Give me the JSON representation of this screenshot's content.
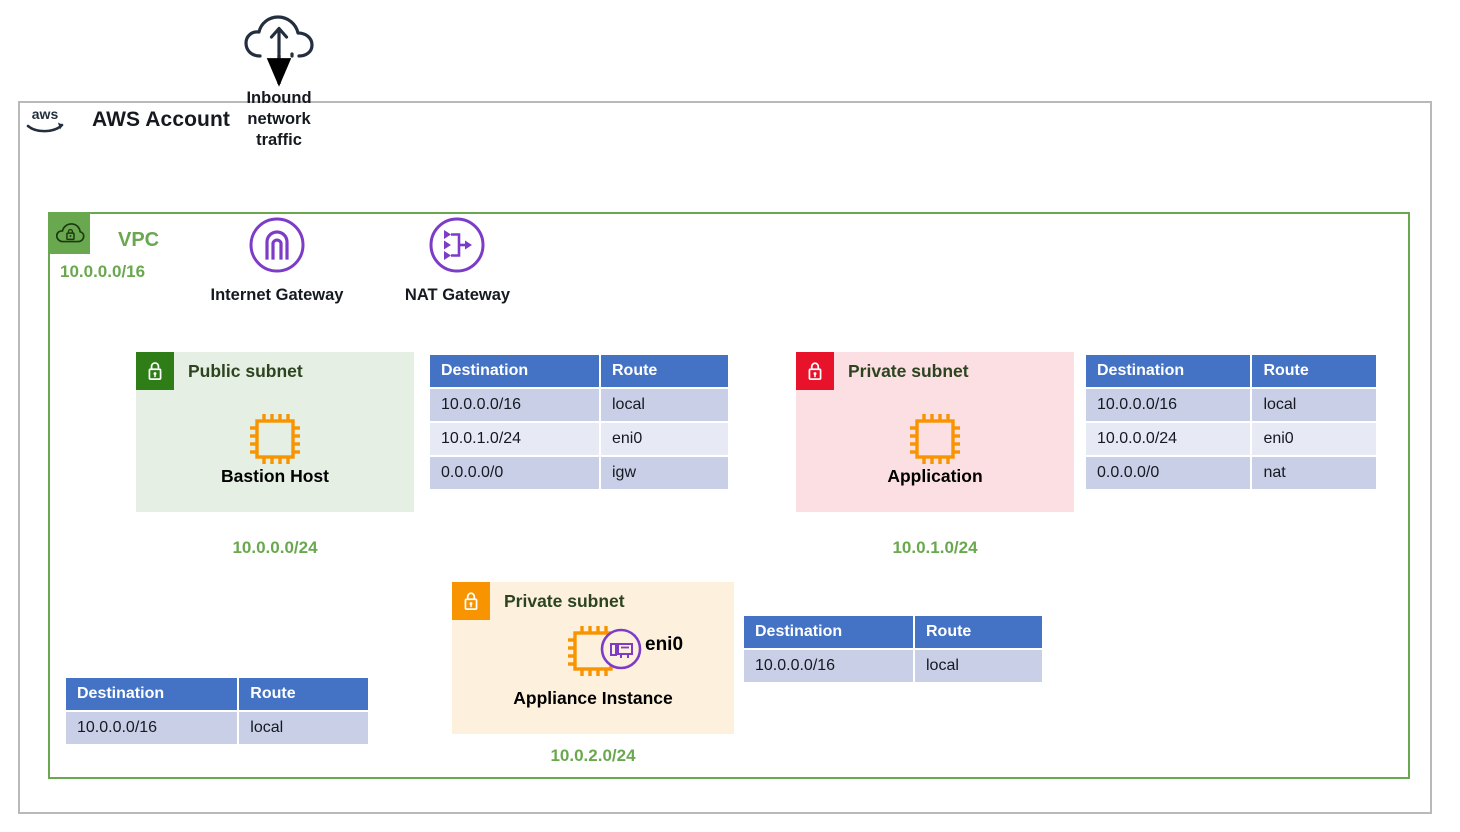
{
  "account": {
    "title": "AWS Account",
    "logo_icon": "aws-logo-icon"
  },
  "vpc": {
    "label": "VPC",
    "cidr": "10.0.0.0/16",
    "badge_icon": "vpc-cloud-lock-icon",
    "border_color": "#6aa84f"
  },
  "internet": {
    "cloud_icon": "cloud-inbound-outbound-icon",
    "label": "Inbound\nnetwork\ntraffic",
    "label_line1": "Inbound",
    "label_line2": "network",
    "label_line3": "traffic"
  },
  "gateways": [
    {
      "name": "internet-gateway",
      "label": "Internet Gateway",
      "icon": "internet-gateway-icon",
      "color": "#7d3cc8"
    },
    {
      "name": "nat-gateway",
      "label": "NAT Gateway",
      "icon": "nat-gateway-icon",
      "color": "#7d3cc8"
    }
  ],
  "subnets": {
    "public": {
      "title": "Public subnet",
      "cidr": "10.0.0.0/24",
      "badge_icon": "unlocked-padlock-icon",
      "badge_color": "#2e7d17",
      "fill": "#e6efe3",
      "node": {
        "label": "Bastion Host",
        "icon": "ec2-instance-icon"
      }
    },
    "private_app": {
      "title": "Private subnet",
      "cidr": "10.0.1.0/24",
      "badge_icon": "locked-padlock-icon",
      "badge_color": "#e8132b",
      "fill": "#fbdfe2",
      "node": {
        "label": "Application",
        "icon": "ec2-instance-icon"
      }
    },
    "appliance": {
      "title": "Private subnet",
      "cidr": "10.0.2.0/24",
      "badge_icon": "locked-padlock-icon",
      "badge_color": "#f79400",
      "fill": "#fdf0dc",
      "node": {
        "label": "Appliance Instance",
        "icon": "ec2-instance-icon"
      },
      "eni": {
        "label": "eni0",
        "icon": "network-interface-icon"
      }
    }
  },
  "route_tables": {
    "columns": [
      "Destination",
      "Route"
    ],
    "public": {
      "name": "public-subnet-route-table",
      "rows": [
        [
          "10.0.0.0/16",
          "local"
        ],
        [
          "10.0.1.0/24",
          "eni0"
        ],
        [
          "0.0.0.0/0",
          "igw"
        ]
      ]
    },
    "private_app": {
      "name": "private-subnet-route-table",
      "rows": [
        [
          "10.0.0.0/16",
          "local"
        ],
        [
          "10.0.0.0/24",
          "eni0"
        ],
        [
          "0.0.0.0/0",
          "nat"
        ]
      ]
    },
    "appliance": {
      "name": "appliance-subnet-route-table",
      "rows": [
        [
          "10.0.0.0/16",
          "local"
        ]
      ]
    },
    "bastion": {
      "name": "bastion-route-table",
      "rows": [
        [
          "10.0.0.0/16",
          "local"
        ]
      ]
    }
  },
  "colors": {
    "aws_navy": "#232f3e",
    "vpc_green": "#6aa84f",
    "subnet_label_green": "#2d4420",
    "table_header_blue": "#4472c4",
    "table_row_dark": "#c8cfe7",
    "table_row_light": "#e7eaf4",
    "purple_flow": "#9b7fe0",
    "ec2_orange": "#f79400",
    "gateway_purple": "#7d3cc8",
    "account_border": "#b9b9b9"
  }
}
